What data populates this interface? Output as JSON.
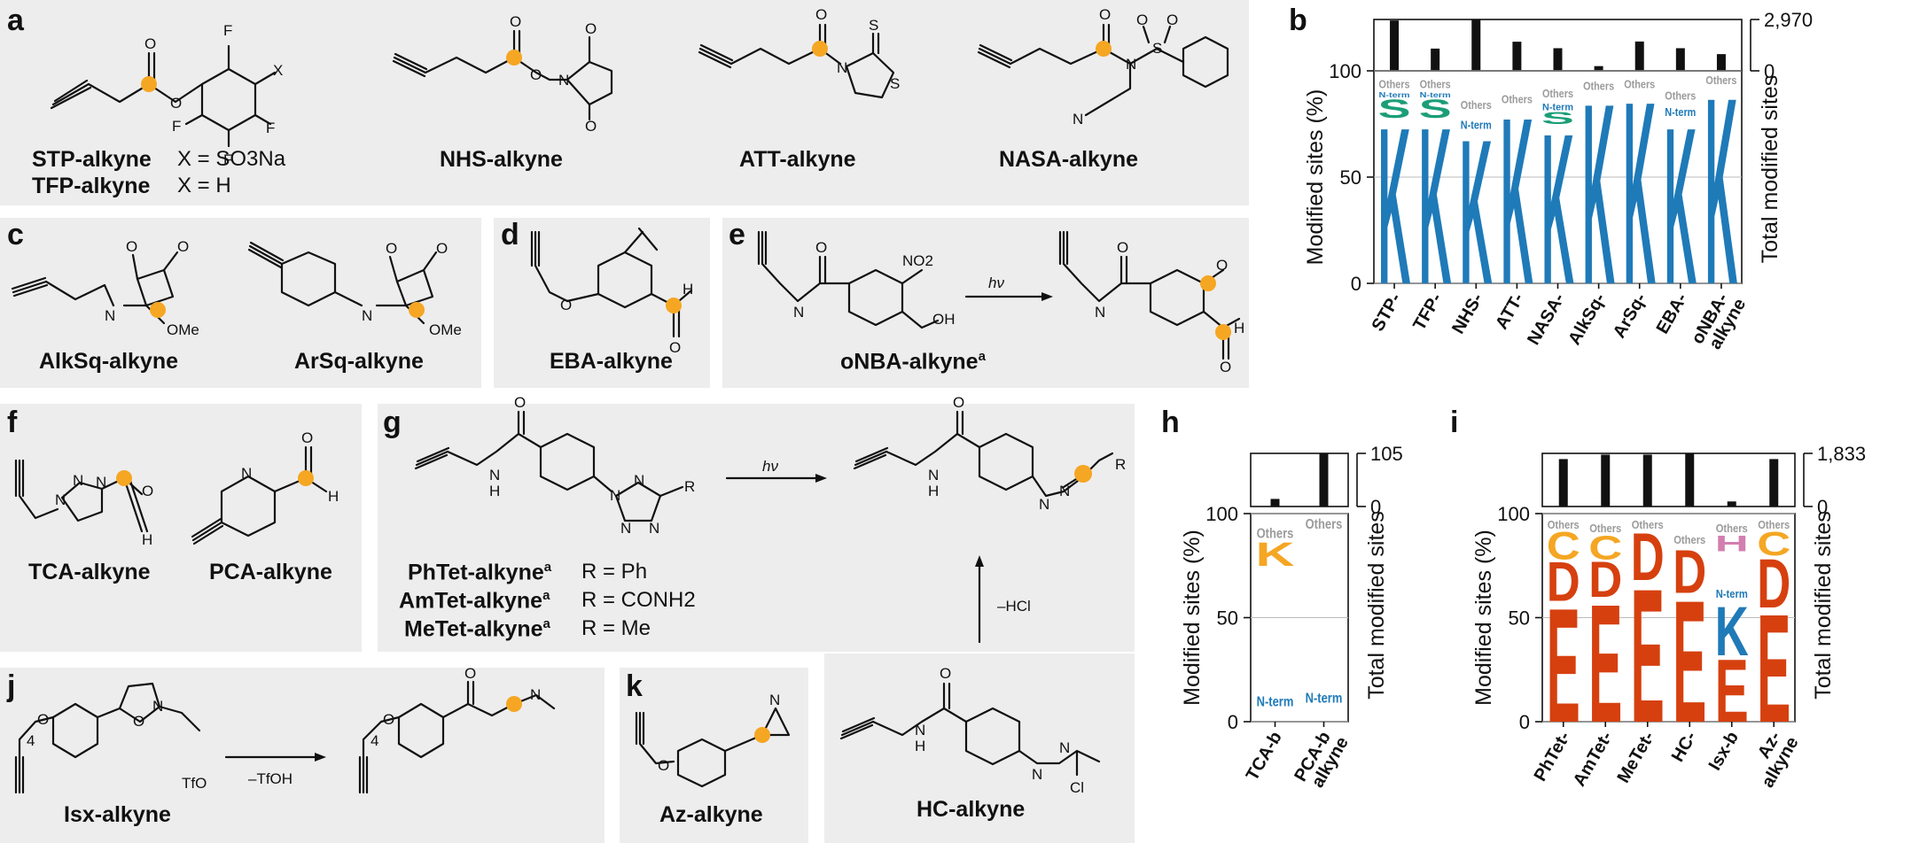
{
  "panels": {
    "a": {
      "label": "a",
      "compounds": [
        "STP-alkyne",
        "TFP-alkyne",
        "NHS-alkyne",
        "ATT-alkyne",
        "NASA-alkyne"
      ],
      "substituents": [
        "X = SO3Na",
        "X = H"
      ]
    },
    "b": {
      "label": "b"
    },
    "c": {
      "label": "c",
      "compounds": [
        "AlkSq-alkyne",
        "ArSq-alkyne"
      ]
    },
    "d": {
      "label": "d",
      "compounds": [
        "EBA-alkyne"
      ]
    },
    "e": {
      "label": "e",
      "compounds": [
        "oNBA-alkyne"
      ],
      "footnote": "a",
      "arrow": "hν"
    },
    "f": {
      "label": "f",
      "compounds": [
        "TCA-alkyne",
        "PCA-alkyne"
      ]
    },
    "g": {
      "label": "g",
      "compounds": [
        "PhTet-alkyne",
        "AmTet-alkyne",
        "MeTet-alkyne"
      ],
      "footnote": "a",
      "r_groups": [
        "R = Ph",
        "R = CONH2",
        "R = Me"
      ],
      "arrow": "hν",
      "elimination": "–HCl"
    },
    "h": {
      "label": "h"
    },
    "i": {
      "label": "i"
    },
    "j": {
      "label": "j",
      "compounds": [
        "Isx-alkyne"
      ],
      "arrow": "–TfOH",
      "counterion": "TfO"
    },
    "k": {
      "label": "k",
      "compounds": [
        "Az-alkyne",
        "HC-alkyne"
      ]
    }
  },
  "atoms": {
    "F": "F",
    "X": "X",
    "O": "O",
    "N": "N",
    "S": "S",
    "H": "H",
    "NH": "N",
    "Cl": "Cl",
    "OMe": "OMe",
    "NO2": "NO2",
    "OH": "OH",
    "R": "R",
    "count": "4",
    "Hn": "H"
  },
  "chart_common": {
    "ylabel_left": "Modified sites (%)",
    "ylabel_right": "Total modified sites",
    "yticks": [
      "0",
      "50",
      "100"
    ],
    "logo_letters": {
      "K": "K",
      "S": "S",
      "Nterm": "N-term",
      "Others": "Others",
      "D": "D",
      "E": "E",
      "C": "C",
      "H": "H"
    }
  },
  "chart_data": [
    {
      "type": "bar",
      "panel": "b",
      "categories": [
        "STP-",
        "TFP-",
        "NHS-",
        "ATT-",
        "NASA-",
        "AlkSq-",
        "ArSq-",
        "EBA-",
        "oNBA- alkyne"
      ],
      "total_sites_max_label": "2,970",
      "total_sites_zero_label": "0",
      "total_sites": [
        2560,
        1130,
        2610,
        1480,
        1150,
        240,
        1490,
        1150,
        850
      ],
      "ylim": [
        0,
        100
      ],
      "composition_percent": {
        "K": [
          78,
          78,
          72,
          83,
          75,
          90,
          91,
          78,
          93
        ],
        "S": [
          9,
          9,
          0,
          0,
          6,
          0,
          0,
          0,
          0
        ],
        "N-term": [
          4,
          4,
          8,
          0,
          5,
          0,
          0,
          7,
          0
        ],
        "Others": [
          9,
          9,
          20,
          17,
          14,
          10,
          9,
          15,
          7
        ]
      },
      "colors": {
        "K": "#1f7ab8",
        "S": "#1b9e77",
        "N-term": "#1f7ab8",
        "Others": "#9b9b9b"
      }
    },
    {
      "type": "bar",
      "panel": "h",
      "categories": [
        "TCA-b",
        "PCA-b alkyne"
      ],
      "total_sites_max_label": "105",
      "total_sites_zero_label": "0",
      "total_sites": [
        15,
        105
      ],
      "ylim": [
        0,
        100
      ],
      "composition_percent": {
        "N-term": [
          75,
          92
        ],
        "Others": [
          13,
          8
        ],
        "K": [
          12,
          0
        ]
      },
      "colors": {
        "N-term": "#1f7ab8",
        "K": "#f5a623",
        "Others": "#9b9b9b"
      }
    },
    {
      "type": "bar",
      "panel": "i",
      "categories": [
        "PhTet-",
        "AmTet-",
        "MeTet-",
        "HC-",
        "Isx-b",
        "Az- alkyne"
      ],
      "total_sites_max_label": "1,833",
      "total_sites_zero_label": "0",
      "total_sites": [
        1500,
        1640,
        1640,
        1680,
        160,
        1500
      ],
      "ylim": [
        0,
        100
      ],
      "composition_percent": {
        "E": [
          58,
          60,
          68,
          62,
          32,
          55
        ],
        "D": [
          20,
          18,
          24,
          22,
          0,
          25
        ],
        "C": [
          14,
          12,
          0,
          0,
          0,
          12
        ],
        "K": [
          0,
          0,
          0,
          0,
          25,
          0
        ],
        "N-term": [
          0,
          0,
          0,
          0,
          25,
          0
        ],
        "H": [
          0,
          0,
          0,
          0,
          8,
          0
        ],
        "Others": [
          8,
          10,
          8,
          16,
          10,
          8
        ]
      },
      "colors": {
        "E": "#d6400f",
        "D": "#d6400f",
        "C": "#f5a623",
        "K": "#1f7ab8",
        "N-term": "#1f7ab8",
        "H": "#d27fb0",
        "Others": "#9b9b9b"
      }
    }
  ]
}
